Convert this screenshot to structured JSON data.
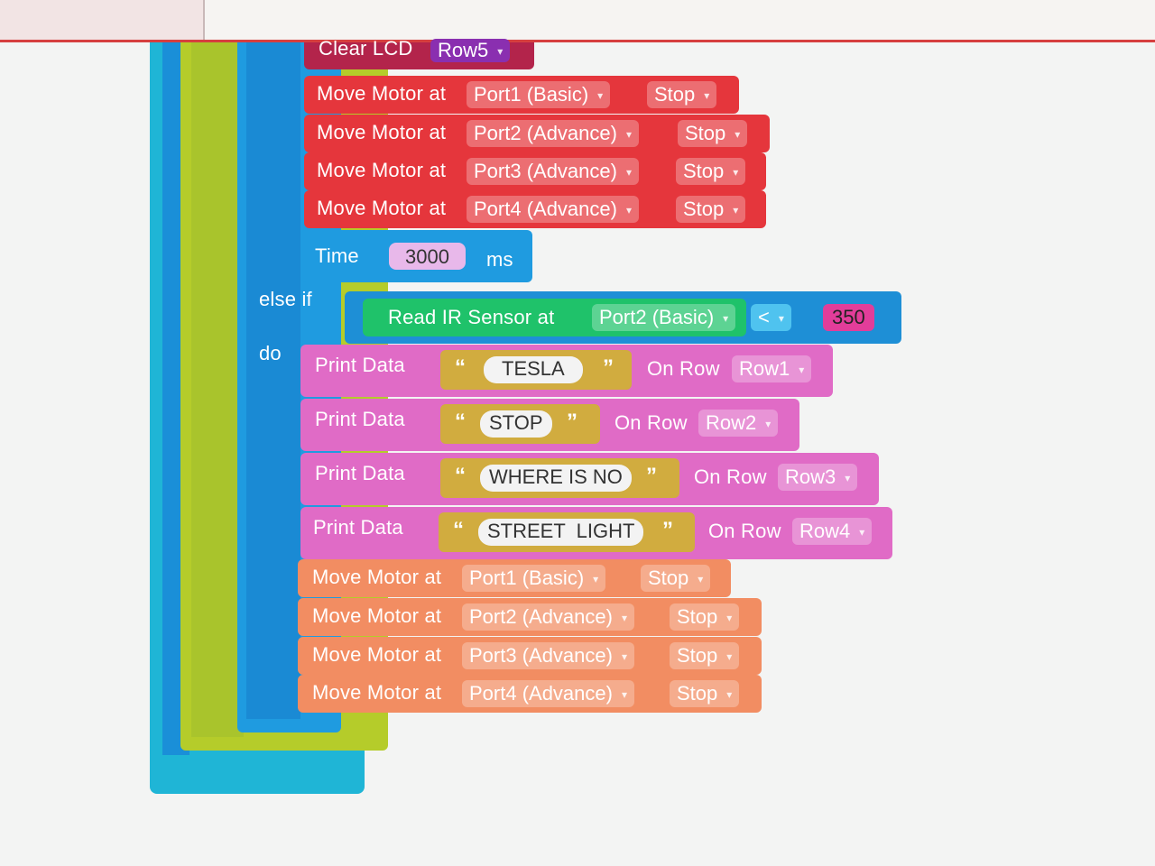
{
  "top_block": {
    "label": "Clear LCD",
    "row": "Row5"
  },
  "motors_top": [
    {
      "label": "Move Motor at",
      "port": "Port1 (Basic)",
      "action": "Stop"
    },
    {
      "label": "Move Motor at",
      "port": "Port2 (Advance)",
      "action": "Stop"
    },
    {
      "label": "Move Motor at",
      "port": "Port3 (Advance)",
      "action": "Stop"
    },
    {
      "label": "Move Motor at",
      "port": "Port4 (Advance)",
      "action": "Stop"
    }
  ],
  "time_block": {
    "label": "Time",
    "value": "3000",
    "unit": "ms"
  },
  "else_if": {
    "label": "else if",
    "do_label": "do",
    "sensor_label": "Read IR Sensor at",
    "sensor_port": "Port2 (Basic)",
    "operator": "<",
    "value": "350"
  },
  "print_blocks": [
    {
      "label": "Print Data",
      "open_quote": "“",
      "text": "TESLA",
      "close_quote": "”",
      "row_label": "On Row",
      "row": "Row1"
    },
    {
      "label": "Print Data",
      "open_quote": "“",
      "text": "STOP",
      "close_quote": "”",
      "row_label": "On Row",
      "row": "Row2"
    },
    {
      "label": "Print Data",
      "open_quote": "“",
      "text": "WHERE IS NO",
      "close_quote": "”",
      "row_label": "On Row",
      "row": "Row3"
    },
    {
      "label": "Print Data",
      "open_quote": "“",
      "text": "STREET  LIGHT",
      "close_quote": "”",
      "row_label": "On Row",
      "row": "Row4"
    }
  ],
  "motors_bottom": [
    {
      "label": "Move Motor at",
      "port": "Port1 (Basic)",
      "action": "Stop"
    },
    {
      "label": "Move Motor at",
      "port": "Port2 (Advance)",
      "action": "Stop"
    },
    {
      "label": "Move Motor at",
      "port": "Port3 (Advance)",
      "action": "Stop"
    },
    {
      "label": "Move Motor at",
      "port": "Port4 (Advance)",
      "action": "Stop"
    }
  ],
  "colors": {
    "motor_red": "#e5363c",
    "time_blue": "#1f9be0",
    "sensor_green": "#1fc26a",
    "print_pink": "#e06bc6",
    "text_gold": "#d1ac3f",
    "motor_orange": "#f28d62",
    "outer_cyan": "#1fb5d6",
    "loop_yellowgreen": "#b5cc2a"
  }
}
